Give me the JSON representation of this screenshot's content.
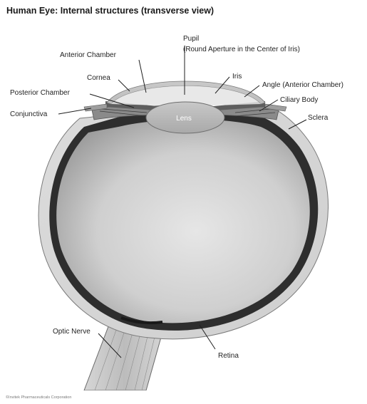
{
  "title": "Human Eye:  Internal structures (transverse view)",
  "labels": {
    "pupil": "Pupil",
    "pupil_sub": "(Round Aperture in the Center of Iris)",
    "anterior_chamber": "Anterior Chamber",
    "cornea": "Cornea",
    "iris": "Iris",
    "angle": "Angle (Anterior Chamber)",
    "posterior_chamber": "Posterior Chamber",
    "ciliary_body": "Ciliary Body",
    "conjunctiva": "Conjunctiva",
    "sclera": "Sclera",
    "lens": "Lens",
    "optic_nerve": "Optic Nerve",
    "retina": "Retina"
  },
  "copyright": "©Invitek Pharmaceuticals Corporation"
}
